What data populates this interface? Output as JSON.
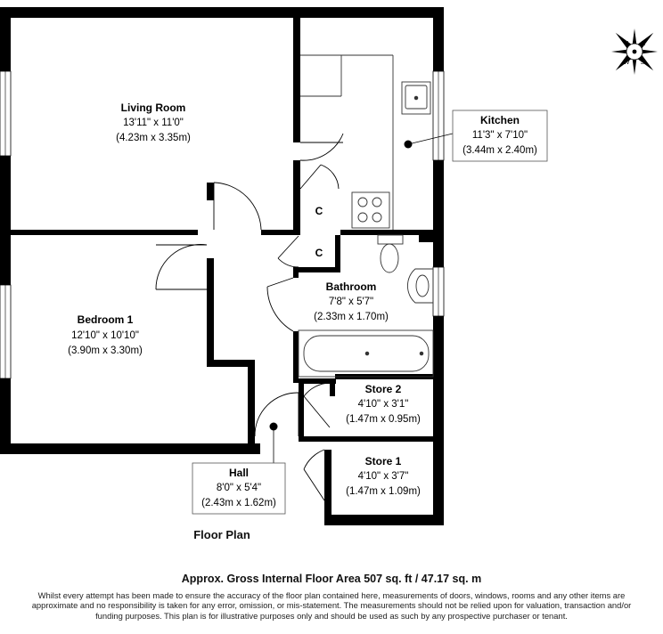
{
  "rooms": {
    "living_room": {
      "name": "Living Room",
      "imperial": "13'11\" x 11'0\"",
      "metric": "(4.23m x 3.35m)"
    },
    "kitchen": {
      "name": "Kitchen",
      "imperial": "11'3\" x 7'10\"",
      "metric": "(3.44m x 2.40m)"
    },
    "bathroom": {
      "name": "Bathroom",
      "imperial": "7'8\" x 5'7\"",
      "metric": "(2.33m x 1.70m)"
    },
    "bedroom_1": {
      "name": "Bedroom 1",
      "imperial": "12'10\" x 10'10\"",
      "metric": "(3.90m x 3.30m)"
    },
    "store_2": {
      "name": "Store 2",
      "imperial": "4'10\" x 3'1\"",
      "metric": "(1.47m x 0.95m)"
    },
    "store_1": {
      "name": "Store 1",
      "imperial": "4'10\" x 3'7\"",
      "metric": "(1.47m x 1.09m)"
    },
    "hall": {
      "name": "Hall",
      "imperial": "8'0\" x 5'4\"",
      "metric": "(2.43m x 1.62m)"
    }
  },
  "closets": {
    "upper": "C",
    "lower": "C"
  },
  "compass": {
    "n": "N",
    "e": "E",
    "s": "S",
    "w": "W"
  },
  "floor_plan_label": "Floor Plan",
  "area_text": "Approx. Gross Internal Floor Area 507 sq. ft / 47.17 sq. m",
  "disclaimer": "Whilst every attempt has been made to ensure the accuracy of the floor plan contained here, measurements of doors, windows, rooms and any other items are approximate and no responsibility is taken for any error, omission, or mis-statement. The measurements should not be relied upon for valuation, transaction and/or funding purposes. This plan is for illustrative purposes only and should be used as such by any prospective purchaser or tenant.",
  "colors": {
    "wall": "#000000",
    "fixture": "#555555",
    "background": "#ffffff"
  }
}
